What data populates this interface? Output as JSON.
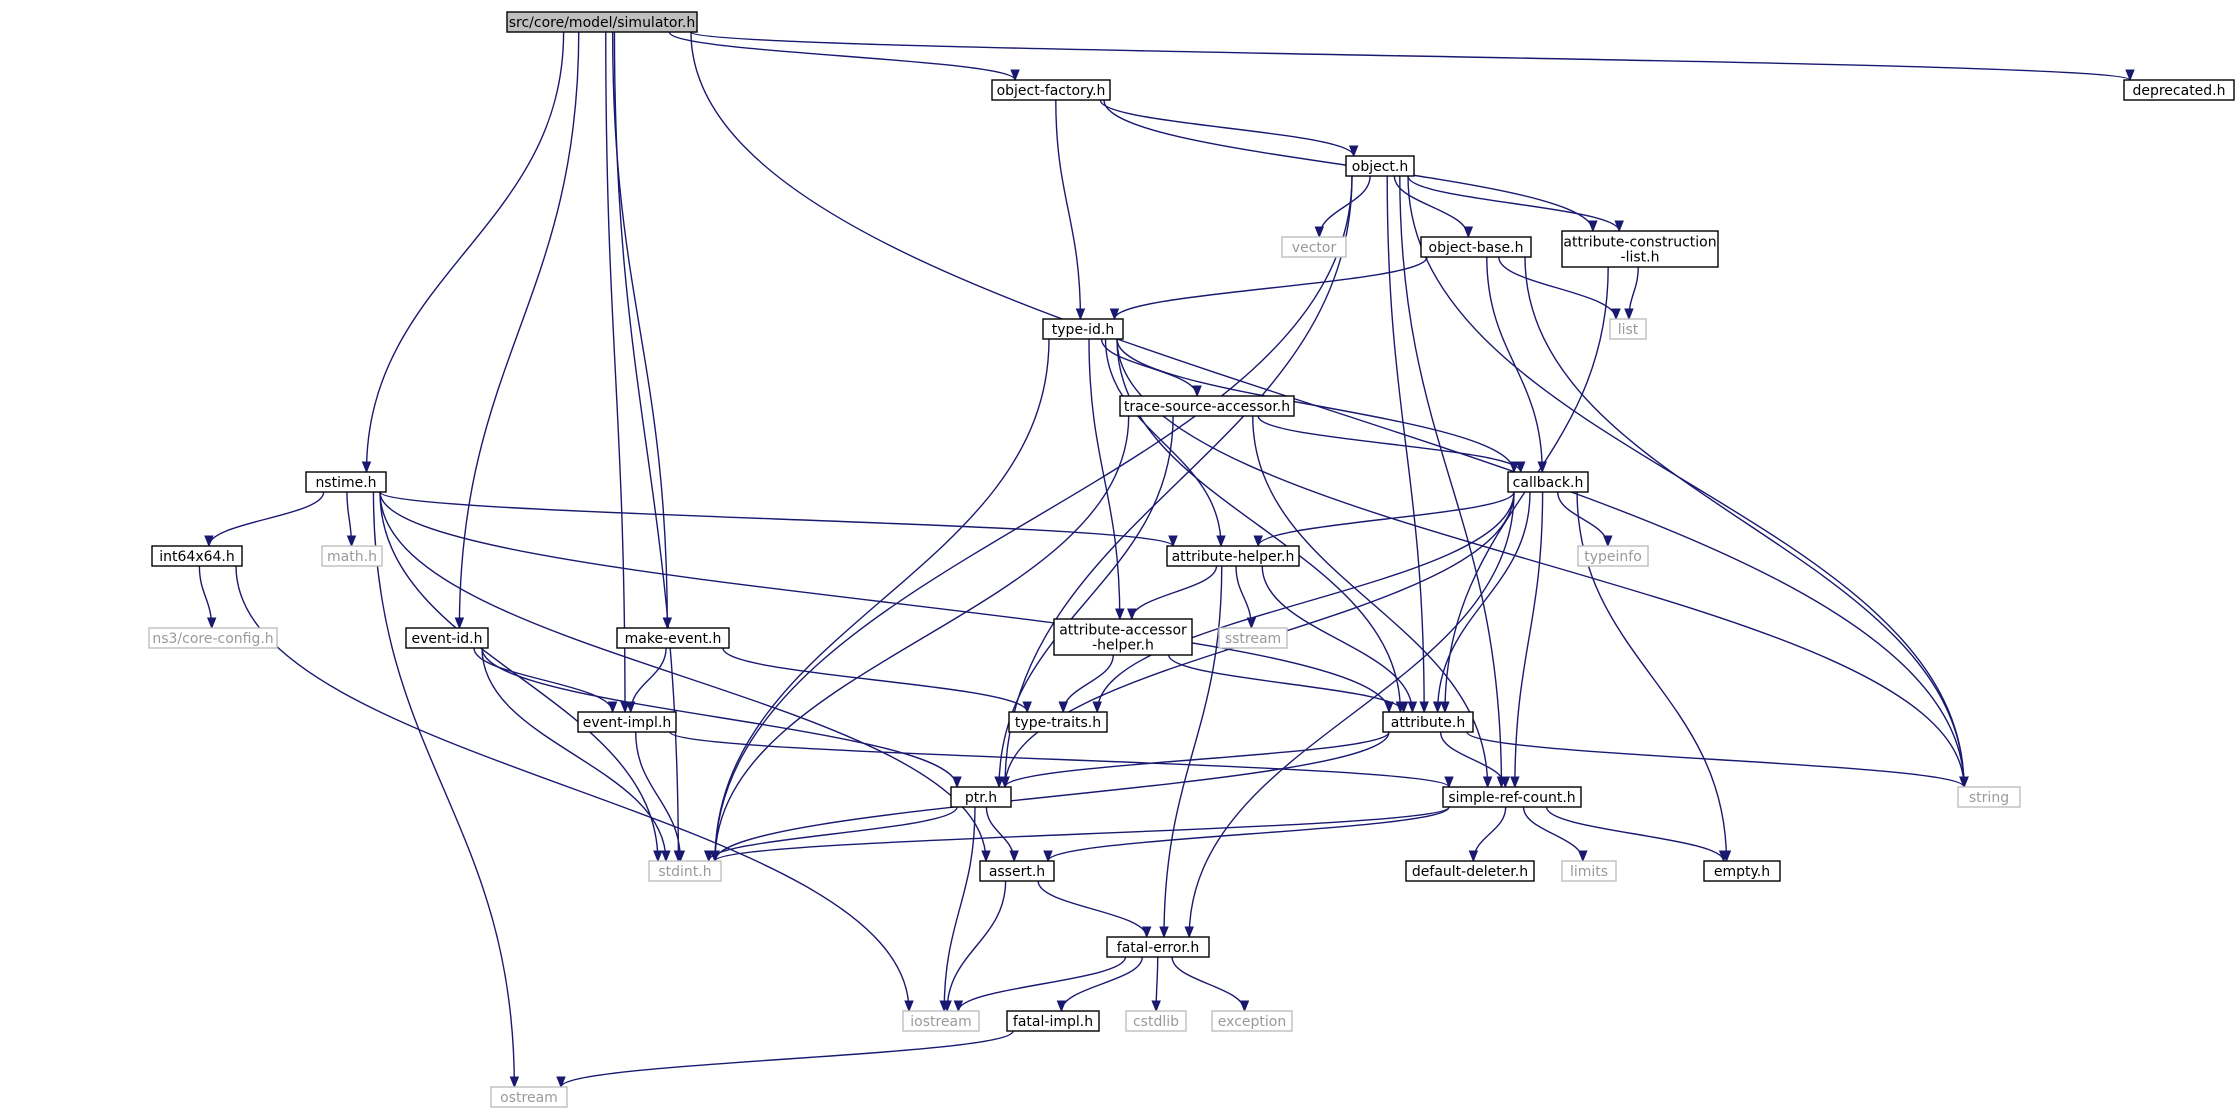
{
  "diagram": {
    "type": "include-dependency-graph",
    "colors": {
      "edge": "#191970",
      "root_fill": "#bfbfbf",
      "ext_border": "#bfbfbf",
      "ext_text": "#9a9a9a"
    },
    "nodes": [
      {
        "id": "simulator",
        "label": "src/core/model/simulator.h",
        "kind": "root"
      },
      {
        "id": "object_factory",
        "label": "object-factory.h",
        "kind": "file"
      },
      {
        "id": "deprecated",
        "label": "deprecated.h",
        "kind": "file"
      },
      {
        "id": "object",
        "label": "object.h",
        "kind": "file"
      },
      {
        "id": "vector",
        "label": "vector",
        "kind": "ext"
      },
      {
        "id": "object_base",
        "label": "object-base.h",
        "kind": "file"
      },
      {
        "id": "attr_constr",
        "label": "attribute-construction\n-list.h",
        "kind": "file"
      },
      {
        "id": "list",
        "label": "list",
        "kind": "ext"
      },
      {
        "id": "type_id",
        "label": "type-id.h",
        "kind": "file"
      },
      {
        "id": "trace_src",
        "label": "trace-source-accessor.h",
        "kind": "file"
      },
      {
        "id": "nstime",
        "label": "nstime.h",
        "kind": "file"
      },
      {
        "id": "callback",
        "label": "callback.h",
        "kind": "file"
      },
      {
        "id": "int64",
        "label": "int64x64.h",
        "kind": "file"
      },
      {
        "id": "math",
        "label": "math.h",
        "kind": "ext"
      },
      {
        "id": "attr_helper",
        "label": "attribute-helper.h",
        "kind": "file"
      },
      {
        "id": "typeinfo",
        "label": "typeinfo",
        "kind": "ext"
      },
      {
        "id": "core_config",
        "label": "ns3/core-config.h",
        "kind": "ext"
      },
      {
        "id": "event_id",
        "label": "event-id.h",
        "kind": "file"
      },
      {
        "id": "make_event",
        "label": "make-event.h",
        "kind": "file"
      },
      {
        "id": "sstream",
        "label": "sstream",
        "kind": "ext"
      },
      {
        "id": "attr_acc",
        "label": "attribute-accessor\n-helper.h",
        "kind": "file"
      },
      {
        "id": "event_impl",
        "label": "event-impl.h",
        "kind": "file"
      },
      {
        "id": "type_traits",
        "label": "type-traits.h",
        "kind": "file"
      },
      {
        "id": "attribute",
        "label": "attribute.h",
        "kind": "file"
      },
      {
        "id": "string",
        "label": "string",
        "kind": "ext"
      },
      {
        "id": "ptr",
        "label": "ptr.h",
        "kind": "file"
      },
      {
        "id": "simple_ref",
        "label": "simple-ref-count.h",
        "kind": "file"
      },
      {
        "id": "stdint",
        "label": "stdint.h",
        "kind": "ext"
      },
      {
        "id": "assert",
        "label": "assert.h",
        "kind": "file"
      },
      {
        "id": "default_del",
        "label": "default-deleter.h",
        "kind": "file"
      },
      {
        "id": "limits",
        "label": "limits",
        "kind": "ext"
      },
      {
        "id": "empty",
        "label": "empty.h",
        "kind": "file"
      },
      {
        "id": "fatal_error",
        "label": "fatal-error.h",
        "kind": "file"
      },
      {
        "id": "iostream",
        "label": "iostream",
        "kind": "ext"
      },
      {
        "id": "fatal_impl",
        "label": "fatal-impl.h",
        "kind": "file"
      },
      {
        "id": "cstdlib",
        "label": "cstdlib",
        "kind": "ext"
      },
      {
        "id": "exception",
        "label": "exception",
        "kind": "ext"
      },
      {
        "id": "ostream",
        "label": "ostream",
        "kind": "ext"
      }
    ],
    "edges": [
      [
        "simulator",
        "object_factory"
      ],
      [
        "simulator",
        "deprecated"
      ],
      [
        "simulator",
        "string"
      ],
      [
        "simulator",
        "nstime"
      ],
      [
        "simulator",
        "event_id"
      ],
      [
        "simulator",
        "event_impl"
      ],
      [
        "simulator",
        "make_event"
      ],
      [
        "simulator",
        "stdint"
      ],
      [
        "object_factory",
        "object"
      ],
      [
        "object_factory",
        "type_id"
      ],
      [
        "object_factory",
        "attr_constr"
      ],
      [
        "object",
        "vector"
      ],
      [
        "object",
        "object_base"
      ],
      [
        "object",
        "attr_constr"
      ],
      [
        "object",
        "string"
      ],
      [
        "object",
        "attribute"
      ],
      [
        "object",
        "ptr"
      ],
      [
        "object",
        "stdint"
      ],
      [
        "object",
        "simple_ref"
      ],
      [
        "object_base",
        "type_id"
      ],
      [
        "object_base",
        "list"
      ],
      [
        "object_base",
        "callback"
      ],
      [
        "object_base",
        "string"
      ],
      [
        "attr_constr",
        "list"
      ],
      [
        "attr_constr",
        "attribute"
      ],
      [
        "type_id",
        "trace_src"
      ],
      [
        "type_id",
        "callback"
      ],
      [
        "type_id",
        "attr_helper"
      ],
      [
        "type_id",
        "attr_acc"
      ],
      [
        "type_id",
        "attribute"
      ],
      [
        "type_id",
        "string"
      ],
      [
        "type_id",
        "stdint"
      ],
      [
        "trace_src",
        "callback"
      ],
      [
        "trace_src",
        "ptr"
      ],
      [
        "trace_src",
        "simple_ref"
      ],
      [
        "trace_src",
        "stdint"
      ],
      [
        "nstime",
        "int64"
      ],
      [
        "nstime",
        "math"
      ],
      [
        "nstime",
        "attr_helper"
      ],
      [
        "nstime",
        "attribute"
      ],
      [
        "nstime",
        "assert"
      ],
      [
        "nstime",
        "stdint"
      ],
      [
        "nstime",
        "ostream"
      ],
      [
        "int64",
        "core_config"
      ],
      [
        "int64",
        "iostream"
      ],
      [
        "callback",
        "typeinfo"
      ],
      [
        "callback",
        "attr_helper"
      ],
      [
        "callback",
        "attribute"
      ],
      [
        "callback",
        "ptr"
      ],
      [
        "callback",
        "type_traits"
      ],
      [
        "callback",
        "simple_ref"
      ],
      [
        "callback",
        "empty"
      ],
      [
        "callback",
        "fatal_error"
      ],
      [
        "attr_helper",
        "sstream"
      ],
      [
        "attr_helper",
        "attr_acc"
      ],
      [
        "attr_helper",
        "attribute"
      ],
      [
        "attr_helper",
        "fatal_error"
      ],
      [
        "attr_acc",
        "type_traits"
      ],
      [
        "attr_acc",
        "attribute"
      ],
      [
        "event_id",
        "event_impl"
      ],
      [
        "event_id",
        "ptr"
      ],
      [
        "event_id",
        "stdint"
      ],
      [
        "make_event",
        "event_impl"
      ],
      [
        "make_event",
        "type_traits"
      ],
      [
        "event_impl",
        "simple_ref"
      ],
      [
        "event_impl",
        "stdint"
      ],
      [
        "attribute",
        "ptr"
      ],
      [
        "attribute",
        "simple_ref"
      ],
      [
        "attribute",
        "string"
      ],
      [
        "attribute",
        "stdint"
      ],
      [
        "ptr",
        "assert"
      ],
      [
        "ptr",
        "stdint"
      ],
      [
        "ptr",
        "iostream"
      ],
      [
        "simple_ref",
        "assert"
      ],
      [
        "simple_ref",
        "stdint"
      ],
      [
        "simple_ref",
        "default_del"
      ],
      [
        "simple_ref",
        "limits"
      ],
      [
        "simple_ref",
        "empty"
      ],
      [
        "assert",
        "fatal_error"
      ],
      [
        "assert",
        "iostream"
      ],
      [
        "fatal_error",
        "iostream"
      ],
      [
        "fatal_error",
        "fatal_impl"
      ],
      [
        "fatal_error",
        "cstdlib"
      ],
      [
        "fatal_error",
        "exception"
      ],
      [
        "fatal_impl",
        "ostream"
      ]
    ]
  }
}
